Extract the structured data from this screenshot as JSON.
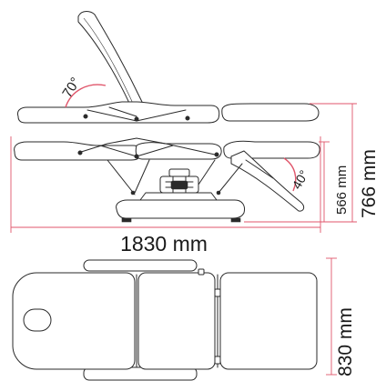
{
  "colors": {
    "dimension_line": "#e0566b",
    "angle_arc": "#e0566b",
    "outline": "#2a2a2a"
  },
  "labels": {
    "backrest_angle": "70°",
    "leg_angle": "40°",
    "length": "1830 mm",
    "min_height": "566 mm",
    "max_height": "766 mm",
    "width": "830 mm"
  }
}
